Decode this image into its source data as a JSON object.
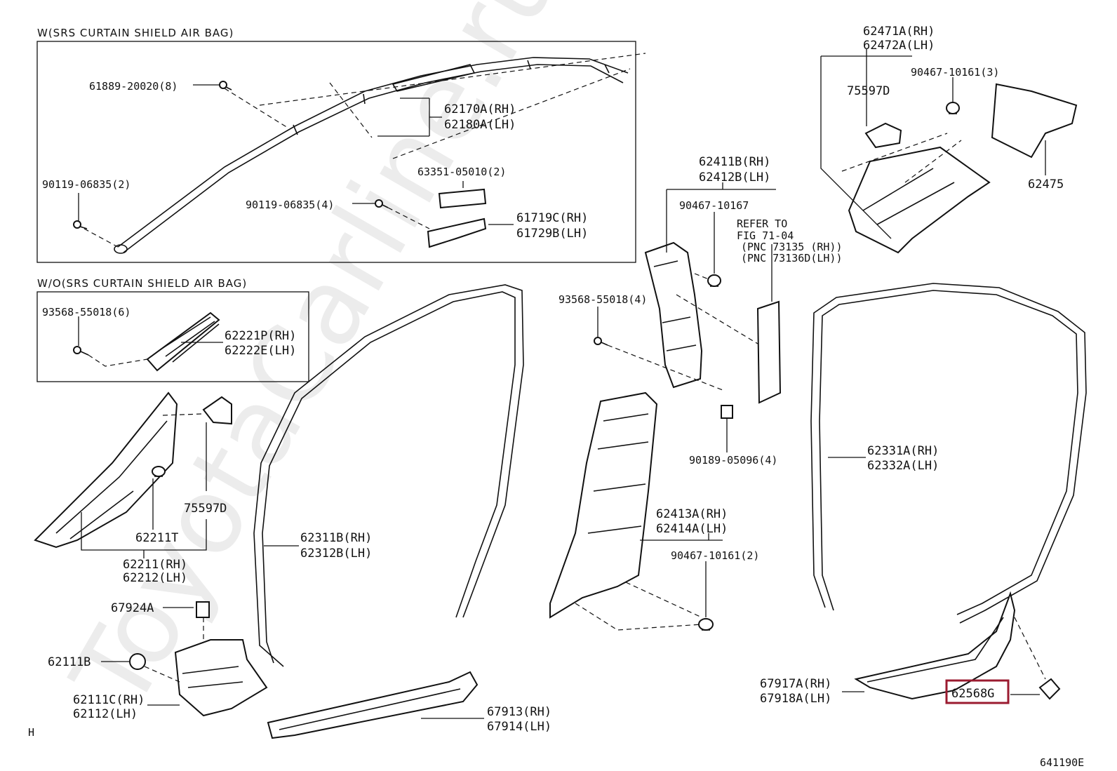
{
  "watermark": "ToyotaCarline.ru",
  "sections": {
    "with_airbag": "W(SRS CURTAIN SHIELD AIR BAG)",
    "without_airbag": "W/O(SRS CURTAIN SHIELD AIR BAG)"
  },
  "labels": {
    "p61889": "61889-20020(8)",
    "p62170a_rh": "62170A(RH)",
    "p62180a_lh": "62180A(LH)",
    "p63351": "63351-05010(2)",
    "p90119a": "90119-06835(2)",
    "p90119b": "90119-06835(4)",
    "p61719c_rh": "61719C(RH)",
    "p61729b_lh": "61729B(LH)",
    "p93568a": "93568-55018(6)",
    "p62221p_rh": "62221P(RH)",
    "p62222e_lh": "62222E(LH)",
    "p75597d_a": "75597D",
    "p62211t": "62211T",
    "p62211_rh": "62211(RH)",
    "p62212_lh": "62212(LH)",
    "p67924a": "67924A",
    "p62111b": "62111B",
    "p62111c_rh": "62111C(RH)",
    "p62112_lh": "62112(LH)",
    "p62311b_rh": "62311B(RH)",
    "p62312b_lh": "62312B(LH)",
    "p67913_rh": "67913(RH)",
    "p67914_lh": "67914(LH)",
    "p62411b_rh": "62411B(RH)",
    "p62412b_lh": "62412B(LH)",
    "p90467a": "90467-10167",
    "refer1": "REFER TO",
    "refer2": "FIG 71-04",
    "refer3": "(PNC 73135  (RH))",
    "refer4": "(PNC 73136D(LH))",
    "p93568b": "93568-55018(4)",
    "p90189": "90189-05096(4)",
    "p62413a_rh": "62413A(RH)",
    "p62414a_lh": "62414A(LH)",
    "p90467b": "90467-10161(2)",
    "p62471a_rh": "62471A(RH)",
    "p62472a_lh": "62472A(LH)",
    "p90467c": "90467-10161(3)",
    "p75597d_b": "75597D",
    "p62475": "62475",
    "p62331a_rh": "62331A(RH)",
    "p62332a_lh": "62332A(LH)",
    "p67917a_rh": "67917A(RH)",
    "p67918a_lh": "67918A(LH)",
    "p62568g": "62568G",
    "corner_h": "H",
    "fig_code": "641190E"
  },
  "highlight_color": "#9b1b30"
}
